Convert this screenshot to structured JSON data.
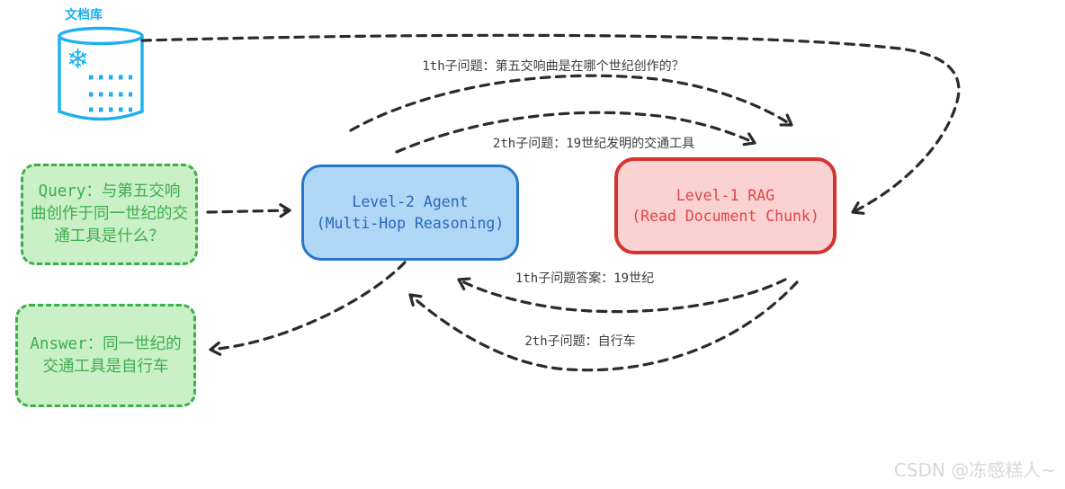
{
  "database": {
    "label": "文档库",
    "icon": "snowflake-icon",
    "icon_glyph": "❄",
    "color": "#1cb0f0"
  },
  "nodes": {
    "query": {
      "text": "Query：与第五交响曲创作于同一世纪的交通工具是什么？"
    },
    "agent": {
      "line1": "Level-2 Agent",
      "line2": "(Multi-Hop Reasoning)"
    },
    "rag": {
      "line1": "Level-1 RAG",
      "line2": "(Read Document Chunk)"
    },
    "answer": {
      "text": "Answer：同一世纪的交通工具是自行车"
    }
  },
  "edges": [
    {
      "from": "database",
      "to": "rag",
      "label": ""
    },
    {
      "from": "agent",
      "to": "rag",
      "label": "1th子问题：第五交响曲是在哪个世纪创作的？"
    },
    {
      "from": "agent",
      "to": "rag",
      "label": "2th子问题：19世纪发明的交通工具"
    },
    {
      "from": "query",
      "to": "agent",
      "label": ""
    },
    {
      "from": "rag",
      "to": "agent",
      "label": "1th子问题答案：19世纪"
    },
    {
      "from": "rag",
      "to": "agent",
      "label": "2th子问题：自行车"
    },
    {
      "from": "agent",
      "to": "answer",
      "label": ""
    }
  ],
  "watermark": "CSDN @冻感糕人~",
  "colors": {
    "cyan": "#1cb0f0",
    "green_border": "#3fad4e",
    "green_fill": "#c9f0c7",
    "blue_border": "#2677ca",
    "blue_fill": "#b0d7f6",
    "blue_text": "#2767ba",
    "red_border": "#d63330",
    "red_fill": "#f9d2d1",
    "red_text": "#e04545",
    "arrow": "#2b2b2b",
    "label_text": "#3c3c3c"
  }
}
